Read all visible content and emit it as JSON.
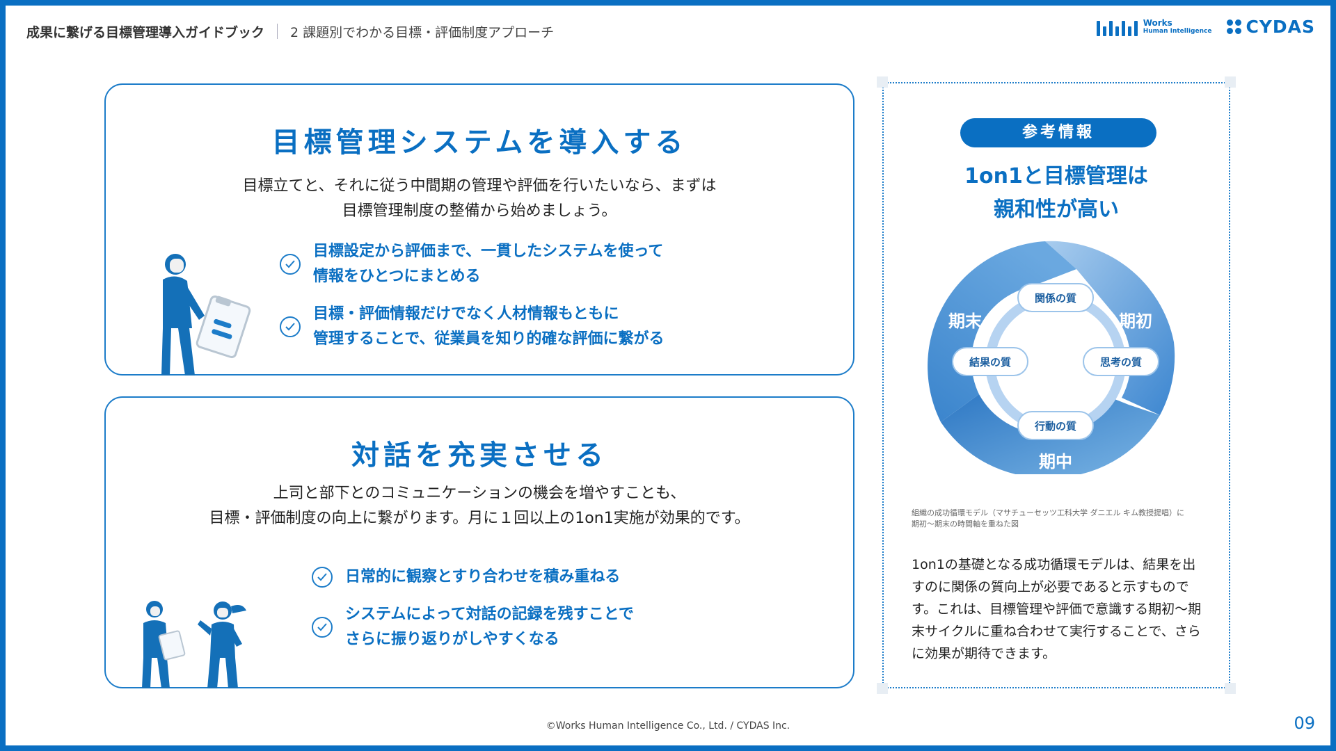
{
  "header": {
    "book_title": "成果に繋げる目標管理導入ガイドブック",
    "chapter": "2 課題別でわかる目標・評価制度アプローチ"
  },
  "logos": {
    "works_line1": "Works",
    "works_line2": "Human Intelligence",
    "cydas": "CYDAS"
  },
  "section1": {
    "title": "目標管理システムを導入する",
    "lead_line1": "目標立てと、それに従う中間期の管理や評価を行いたいなら、まずは",
    "lead_line2": "目標管理制度の整備から始めましょう。",
    "points": [
      {
        "line1": "目標設定から評価まで、一貫したシステムを使って",
        "line2": "情報をひとつにまとめる"
      },
      {
        "line1": "目標・評価情報だけでなく人材情報もともに",
        "line2": "管理することで、従業員を知り的確な評価に繋がる"
      }
    ]
  },
  "section2": {
    "title": "対話を充実させる",
    "lead_line1": "上司と部下とのコミュニケーションの機会を増やすことも、",
    "lead_line2": "目標・評価制度の向上に繋がります。月に１回以上の1on1実施が効果的です。",
    "points": [
      {
        "line1": "日常的に観察とすり合わせを積み重ねる",
        "line2": ""
      },
      {
        "line1": "システムによって対話の記録を残すことで",
        "line2": "さらに振り返りがしやすくなる"
      }
    ]
  },
  "info": {
    "badge": "参考情報",
    "title_line1": "1on1と目標管理は",
    "title_line2": "親和性が高い",
    "cycle": {
      "outer": [
        "期初",
        "期中",
        "期末"
      ],
      "inner": [
        "関係の質",
        "思考の質",
        "行動の質",
        "結果の質"
      ]
    },
    "caption_line1": "組織の成功循環モデル（マサチューセッツ工科大学 ダニエル キム教授提唱）に",
    "caption_line2": "期初〜期末の時間軸を重ねた図",
    "desc": "1on1の基礎となる成功循環モデルは、結果を出すのに関係の質向上が必要であると示すものです。これは、目標管理や評価で意識する期初〜期末サイクルに重ね合わせて実行することで、さらに効果が期待できます。"
  },
  "footer": "©Works Human Intelligence Co., Ltd. / CYDAS Inc.",
  "page_number": "09",
  "colors": {
    "accent": "#0a6fc2",
    "frame": "#0a6fc2",
    "cycle_light": "#a9cdf0"
  }
}
